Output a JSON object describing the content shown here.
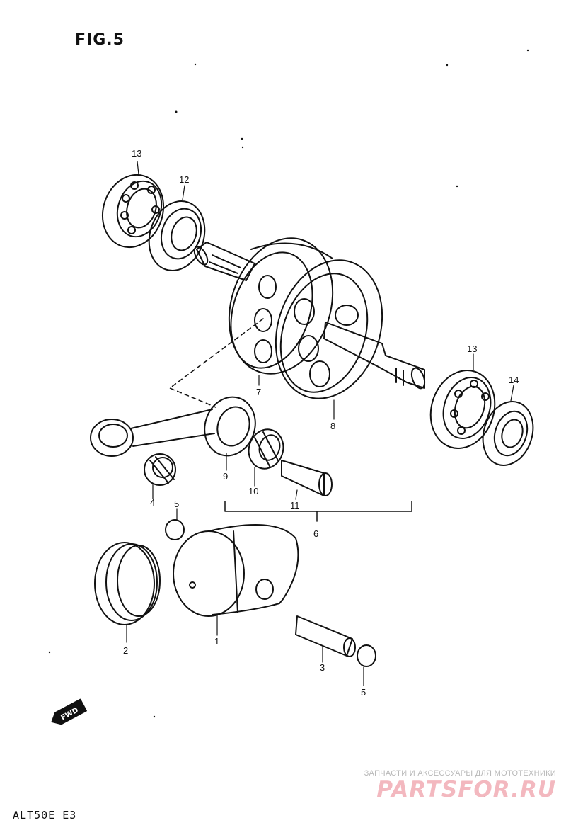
{
  "figure": {
    "title": "FIG.5"
  },
  "callouts": [
    {
      "id": "13-top",
      "number": "13"
    },
    {
      "id": "12",
      "number": "12"
    },
    {
      "id": "7",
      "number": "7"
    },
    {
      "id": "8",
      "number": "8"
    },
    {
      "id": "13-right",
      "number": "13"
    },
    {
      "id": "14",
      "number": "14"
    },
    {
      "id": "9",
      "number": "9"
    },
    {
      "id": "10",
      "number": "10"
    },
    {
      "id": "4",
      "number": "4"
    },
    {
      "id": "11",
      "number": "11"
    },
    {
      "id": "6",
      "number": "6"
    },
    {
      "id": "5-top",
      "number": "5"
    },
    {
      "id": "2",
      "number": "2"
    },
    {
      "id": "1",
      "number": "1"
    },
    {
      "id": "3",
      "number": "3"
    },
    {
      "id": "5-bottom",
      "number": "5"
    }
  ],
  "fwd_badge": {
    "label": "FWD"
  },
  "model_code": "ALT50E E3",
  "watermark": {
    "caption": "ЗАПЧАСТИ И АКСЕССУАРЫ ДЛЯ МОТОТЕХНИКИ",
    "logo": "PARTSFOR.RU",
    "color": "#f3b8bf"
  },
  "colors": {
    "line": "#111111",
    "background": "#ffffff"
  }
}
